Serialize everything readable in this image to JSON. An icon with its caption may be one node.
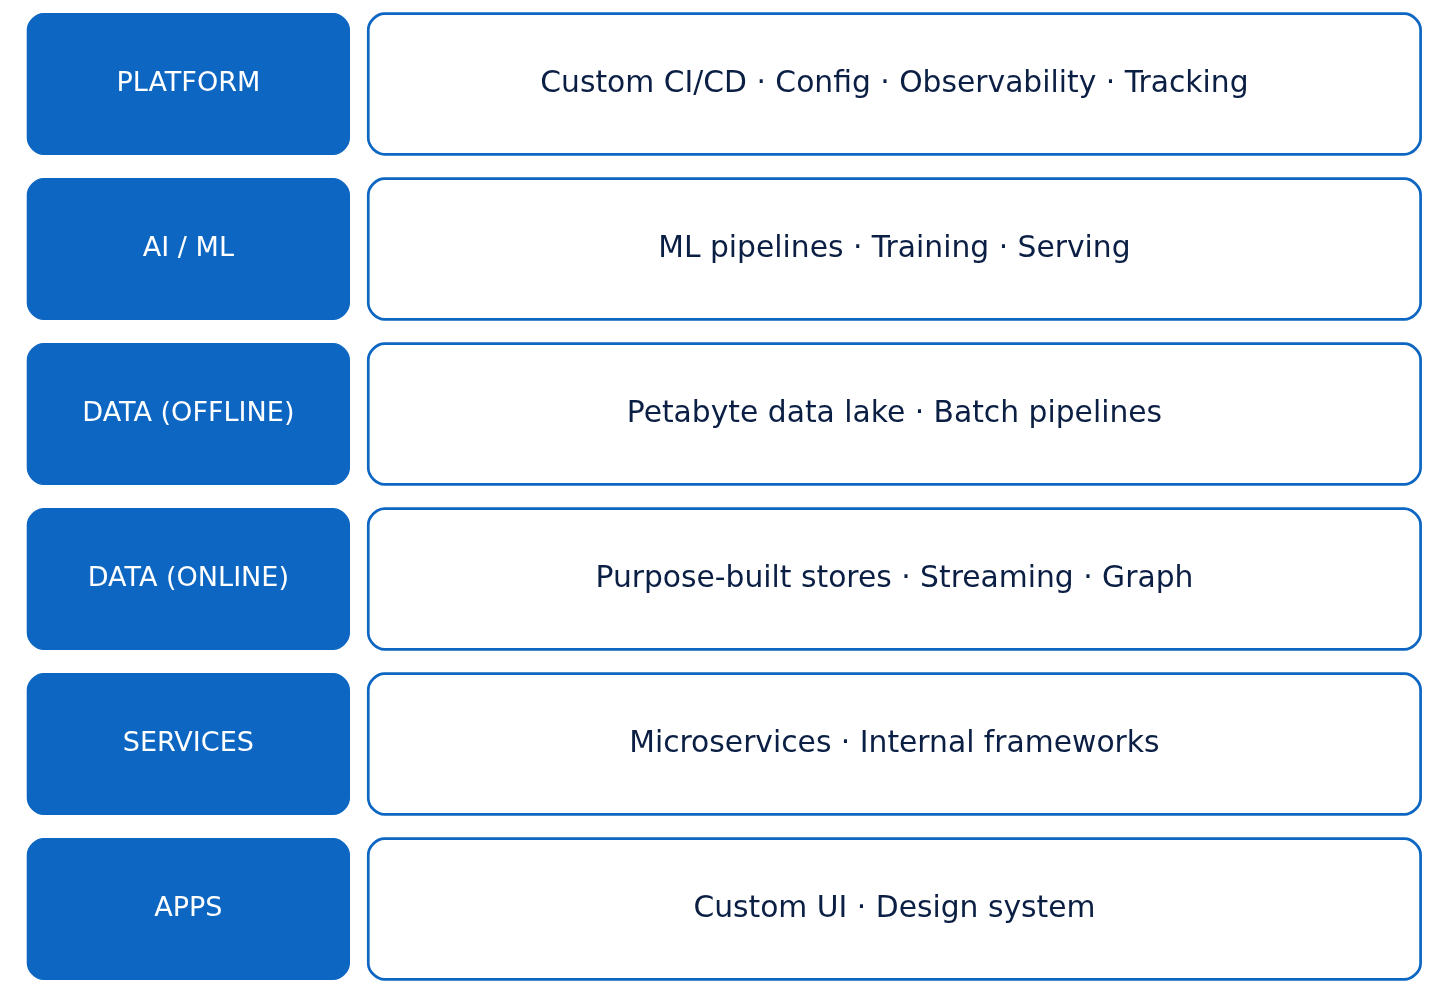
{
  "diagram": {
    "nodes": [
      {
        "text": [
          "APPS"
        ]
      },
      {
        "text": [
          "Custom UI · Design system"
        ]
      },
      {
        "text": [
          "SERVICES"
        ]
      },
      {
        "text": [
          "Microservices · Internal frameworks"
        ]
      },
      {
        "text": [
          "DATA (ONLINE)"
        ]
      },
      {
        "text": [
          "Purpose-built stores · Streaming · Graph"
        ]
      },
      {
        "text": [
          "DATA (OFFLINE)"
        ]
      },
      {
        "text": [
          "Petabyte data lake · Batch pipelines"
        ]
      },
      {
        "text": [
          "AI / ML"
        ]
      },
      {
        "text": [
          "ML pipelines · Training · Serving"
        ]
      },
      {
        "text": [
          "PLATFORM"
        ]
      },
      {
        "text": [
          "Custom CI/CD · Config · Observability · Tracking"
        ]
      }
    ]
  }
}
